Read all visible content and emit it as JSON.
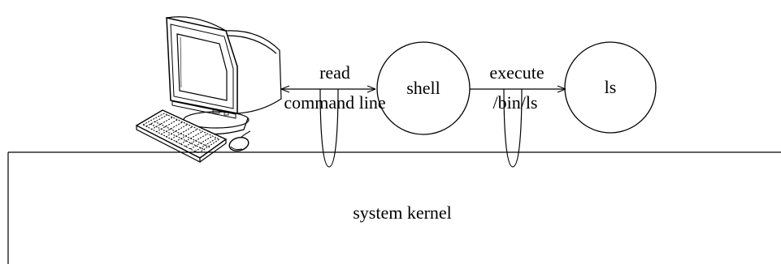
{
  "labels": {
    "read_line1": "read",
    "read_line2": "command line",
    "shell": "shell",
    "execute_line1": "execute",
    "execute_line2": "/bin/ls",
    "ls": "ls",
    "kernel": "system kernel"
  },
  "icons": {
    "workstation": "computer-monitor-icon",
    "keyboard": "keyboard-icon",
    "mouse": "mouse-icon"
  },
  "colors": {
    "stroke": "#000000",
    "background": "#ffffff"
  }
}
